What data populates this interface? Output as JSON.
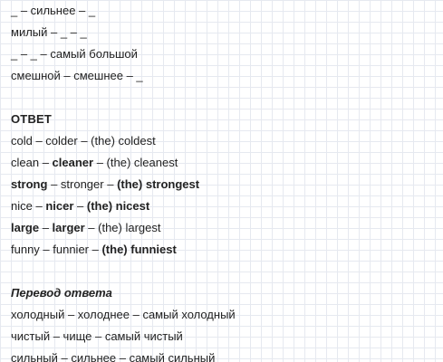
{
  "exercise": {
    "lines": [
      "_ – сильнее – _",
      "милый – _ – _",
      "_ – _ – самый большой",
      "смешной – смешнее – _"
    ]
  },
  "answer": {
    "heading": "ОТВЕТ",
    "rows": [
      {
        "parts": [
          {
            "text": "cold – colder – (the) coldest",
            "bold": false
          }
        ]
      },
      {
        "parts": [
          {
            "text": "clean – ",
            "bold": false
          },
          {
            "text": "cleaner",
            "bold": true
          },
          {
            "text": " – (the) cleanest",
            "bold": false
          }
        ]
      },
      {
        "parts": [
          {
            "text": "strong",
            "bold": true
          },
          {
            "text": " – stronger – ",
            "bold": false
          },
          {
            "text": "(the) strongest",
            "bold": true
          }
        ]
      },
      {
        "parts": [
          {
            "text": "nice – ",
            "bold": false
          },
          {
            "text": "nicer",
            "bold": true
          },
          {
            "text": " – ",
            "bold": false
          },
          {
            "text": "(the) nicest",
            "bold": true
          }
        ]
      },
      {
        "parts": [
          {
            "text": "large",
            "bold": true
          },
          {
            "text": " – ",
            "bold": false
          },
          {
            "text": "larger",
            "bold": true
          },
          {
            "text": " – (the) largest",
            "bold": false
          }
        ]
      },
      {
        "parts": [
          {
            "text": "funny – funnier – ",
            "bold": false
          },
          {
            "text": "(the) funniest",
            "bold": true
          }
        ]
      }
    ]
  },
  "translation": {
    "heading": "Перевод ответа",
    "lines": [
      "холодный – холоднее – самый холодный",
      "чистый – чище – самый чистый",
      "сильный – сильнее – самый сильный"
    ]
  }
}
